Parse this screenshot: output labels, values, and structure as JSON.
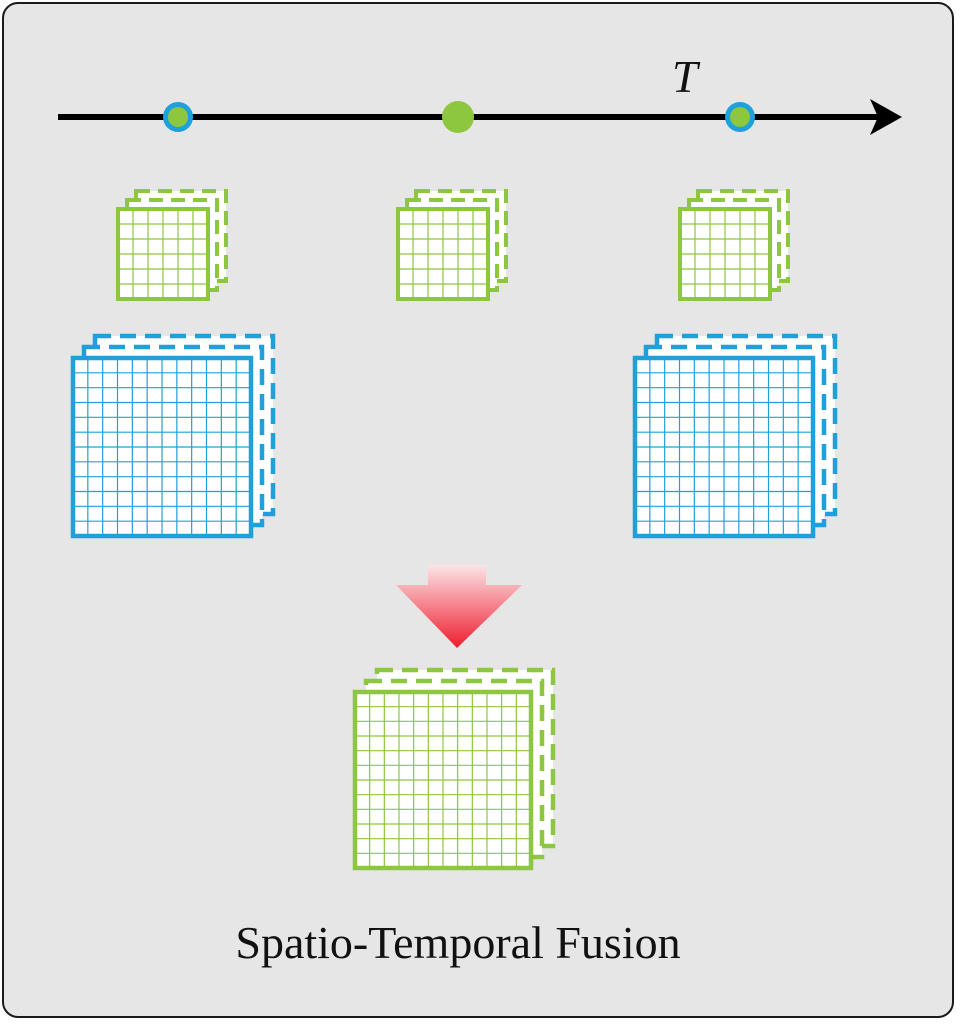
{
  "time_axis": {
    "label": "T"
  },
  "caption": "Spatio-Temporal Fusion",
  "colors": {
    "panel_background": "#e6e6e6",
    "green": "#8dc63f",
    "blue": "#1ea0dc",
    "arrow_top": "#fce4e6",
    "arrow_bottom": "#ee1c2e",
    "axis": "#000000"
  },
  "nodes": [
    {
      "style": "green-ring-blue"
    },
    {
      "style": "green"
    },
    {
      "style": "green-ring-blue"
    }
  ],
  "stacks": [
    {
      "id": "small-green-left",
      "color": "green",
      "cells": 6
    },
    {
      "id": "small-green-center",
      "color": "green",
      "cells": 6
    },
    {
      "id": "small-green-right",
      "color": "green",
      "cells": 6
    },
    {
      "id": "large-blue-left",
      "color": "blue",
      "cells": 12
    },
    {
      "id": "large-blue-right",
      "color": "blue",
      "cells": 12
    },
    {
      "id": "fused-green",
      "color": "green",
      "cells": 12
    }
  ],
  "icons": [
    "fusion-arrow-icon",
    "time-arrow-icon"
  ]
}
